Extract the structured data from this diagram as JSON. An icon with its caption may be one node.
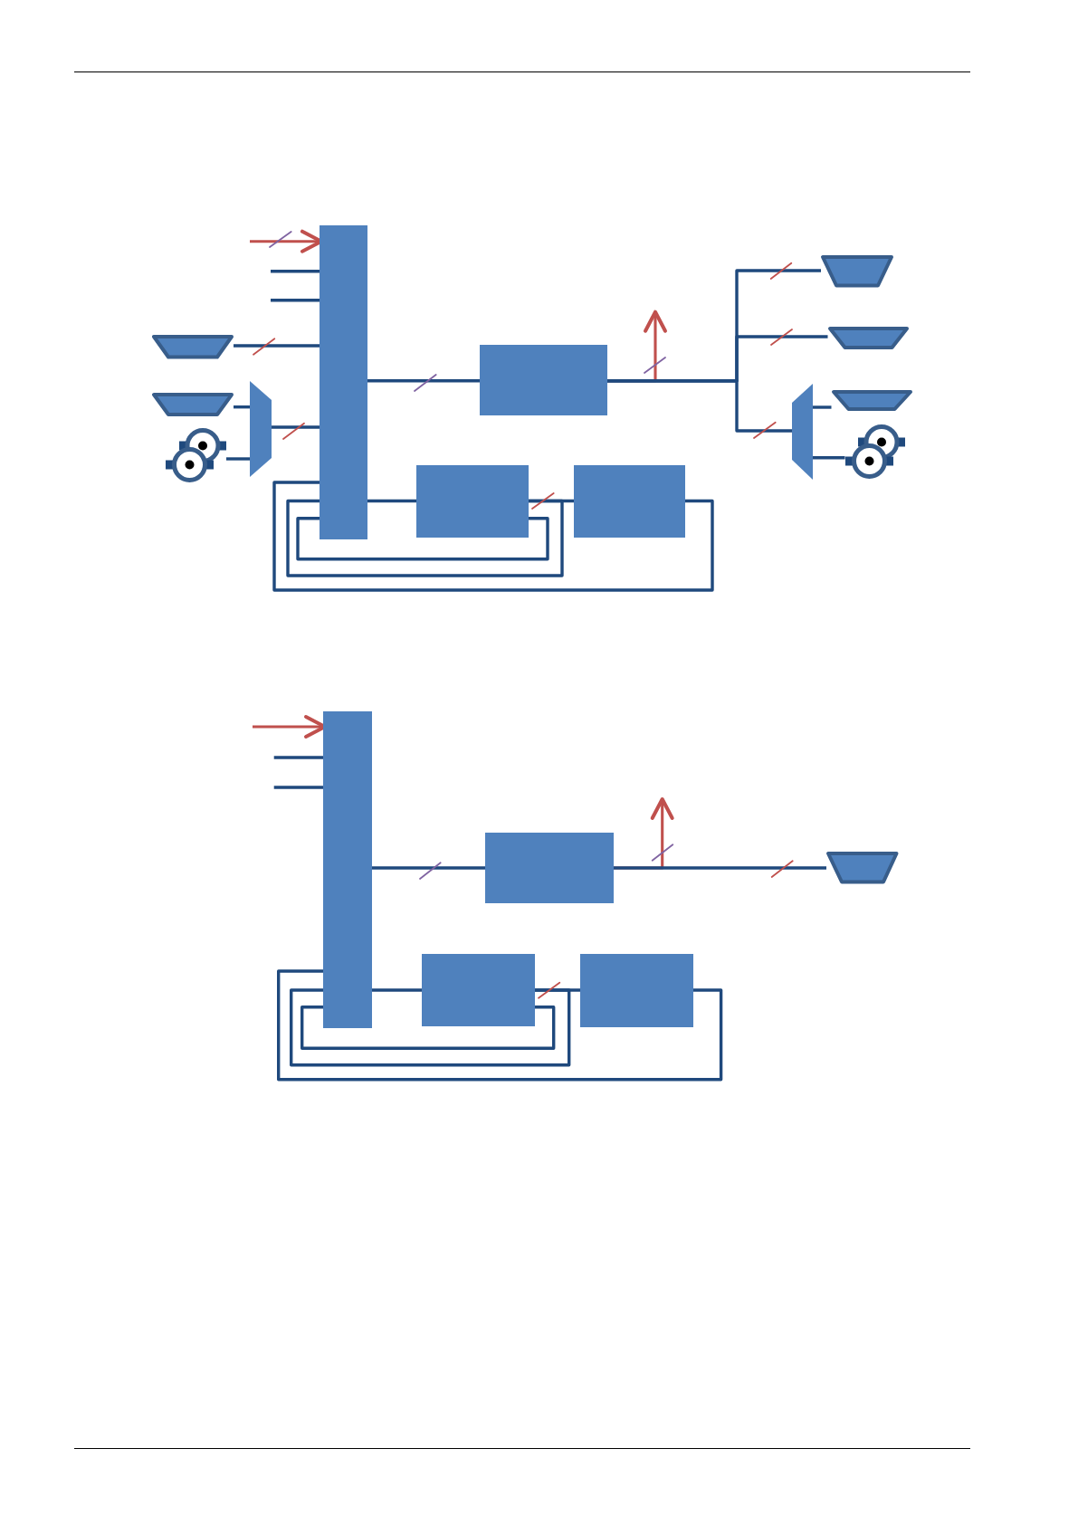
{
  "diagram": {
    "nodes": [
      {
        "text": [],
        "shape": "bar"
      },
      {
        "text": [],
        "shape": "box"
      },
      {
        "text": [],
        "shape": "box"
      },
      {
        "text": [],
        "shape": "box"
      },
      {
        "text": [],
        "shape": "trapezoid"
      },
      {
        "text": [],
        "shape": "trapezoid"
      },
      {
        "text": [],
        "shape": "circle"
      },
      {
        "text": [],
        "shape": "circle"
      },
      {
        "text": [],
        "shape": "trapezoid"
      },
      {
        "text": [],
        "shape": "trapezoid"
      },
      {
        "text": [],
        "shape": "trapezoid"
      },
      {
        "text": [],
        "shape": "trapezoid"
      },
      {
        "text": [],
        "shape": "trapezoid"
      },
      {
        "text": [],
        "shape": "circle"
      },
      {
        "text": [],
        "shape": "circle"
      },
      {
        "text": [],
        "shape": "bar"
      },
      {
        "text": [],
        "shape": "box"
      },
      {
        "text": [],
        "shape": "box"
      },
      {
        "text": [],
        "shape": "box"
      },
      {
        "text": [],
        "shape": "trapezoid"
      }
    ],
    "edges": [
      {
        "from": null,
        "to": 0,
        "arrow": "to",
        "color": "#c0504d"
      },
      {
        "from": null,
        "to": 0,
        "arrow": "none"
      },
      {
        "from": null,
        "to": 0,
        "arrow": "none"
      },
      {
        "from": 4,
        "to": 0,
        "arrow": "none"
      },
      {
        "from": 5,
        "to": 8,
        "arrow": "none"
      },
      {
        "from": 6,
        "to": 8,
        "arrow": "none"
      },
      {
        "from": 8,
        "to": 0,
        "arrow": "none"
      },
      {
        "from": 0,
        "to": 1,
        "arrow": "none"
      },
      {
        "from": 1,
        "to": 9,
        "arrow": "none"
      },
      {
        "from": 1,
        "to": 10,
        "arrow": "none"
      },
      {
        "from": 1,
        "to": 11,
        "arrow": "none"
      },
      {
        "from": 1,
        "to": null,
        "arrow": "to",
        "color": "#c0504d"
      },
      {
        "from": 11,
        "to": 12,
        "arrow": "none"
      },
      {
        "from": 11,
        "to": 14,
        "arrow": "none"
      },
      {
        "from": 0,
        "to": 2,
        "arrow": "none"
      },
      {
        "from": 2,
        "to": 3,
        "arrow": "none"
      },
      {
        "from": 3,
        "to": 0,
        "arrow": "none"
      },
      {
        "from": 2,
        "to": 0,
        "arrow": "none"
      },
      {
        "from": 2,
        "to": 0,
        "arrow": "none"
      },
      {
        "from": null,
        "to": 15,
        "arrow": "to",
        "color": "#c0504d"
      },
      {
        "from": null,
        "to": 15,
        "arrow": "none"
      },
      {
        "from": null,
        "to": 15,
        "arrow": "none"
      },
      {
        "from": 15,
        "to": 16,
        "arrow": "none"
      },
      {
        "from": 16,
        "to": 19,
        "arrow": "none"
      },
      {
        "from": 16,
        "to": null,
        "arrow": "to",
        "color": "#c0504d"
      },
      {
        "from": 15,
        "to": 17,
        "arrow": "none"
      },
      {
        "from": 17,
        "to": 18,
        "arrow": "none"
      },
      {
        "from": 18,
        "to": 15,
        "arrow": "none"
      },
      {
        "from": 17,
        "to": 15,
        "arrow": "none"
      },
      {
        "from": 17,
        "to": 15,
        "arrow": "none"
      }
    ]
  }
}
